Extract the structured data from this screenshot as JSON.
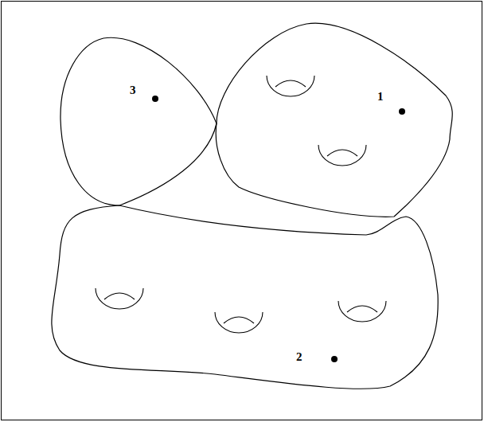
{
  "diagram": {
    "nodes": [
      {
        "text": [
          "3"
        ]
      },
      {
        "text": [
          "1"
        ]
      },
      {
        "text": [
          "2"
        ]
      }
    ]
  }
}
